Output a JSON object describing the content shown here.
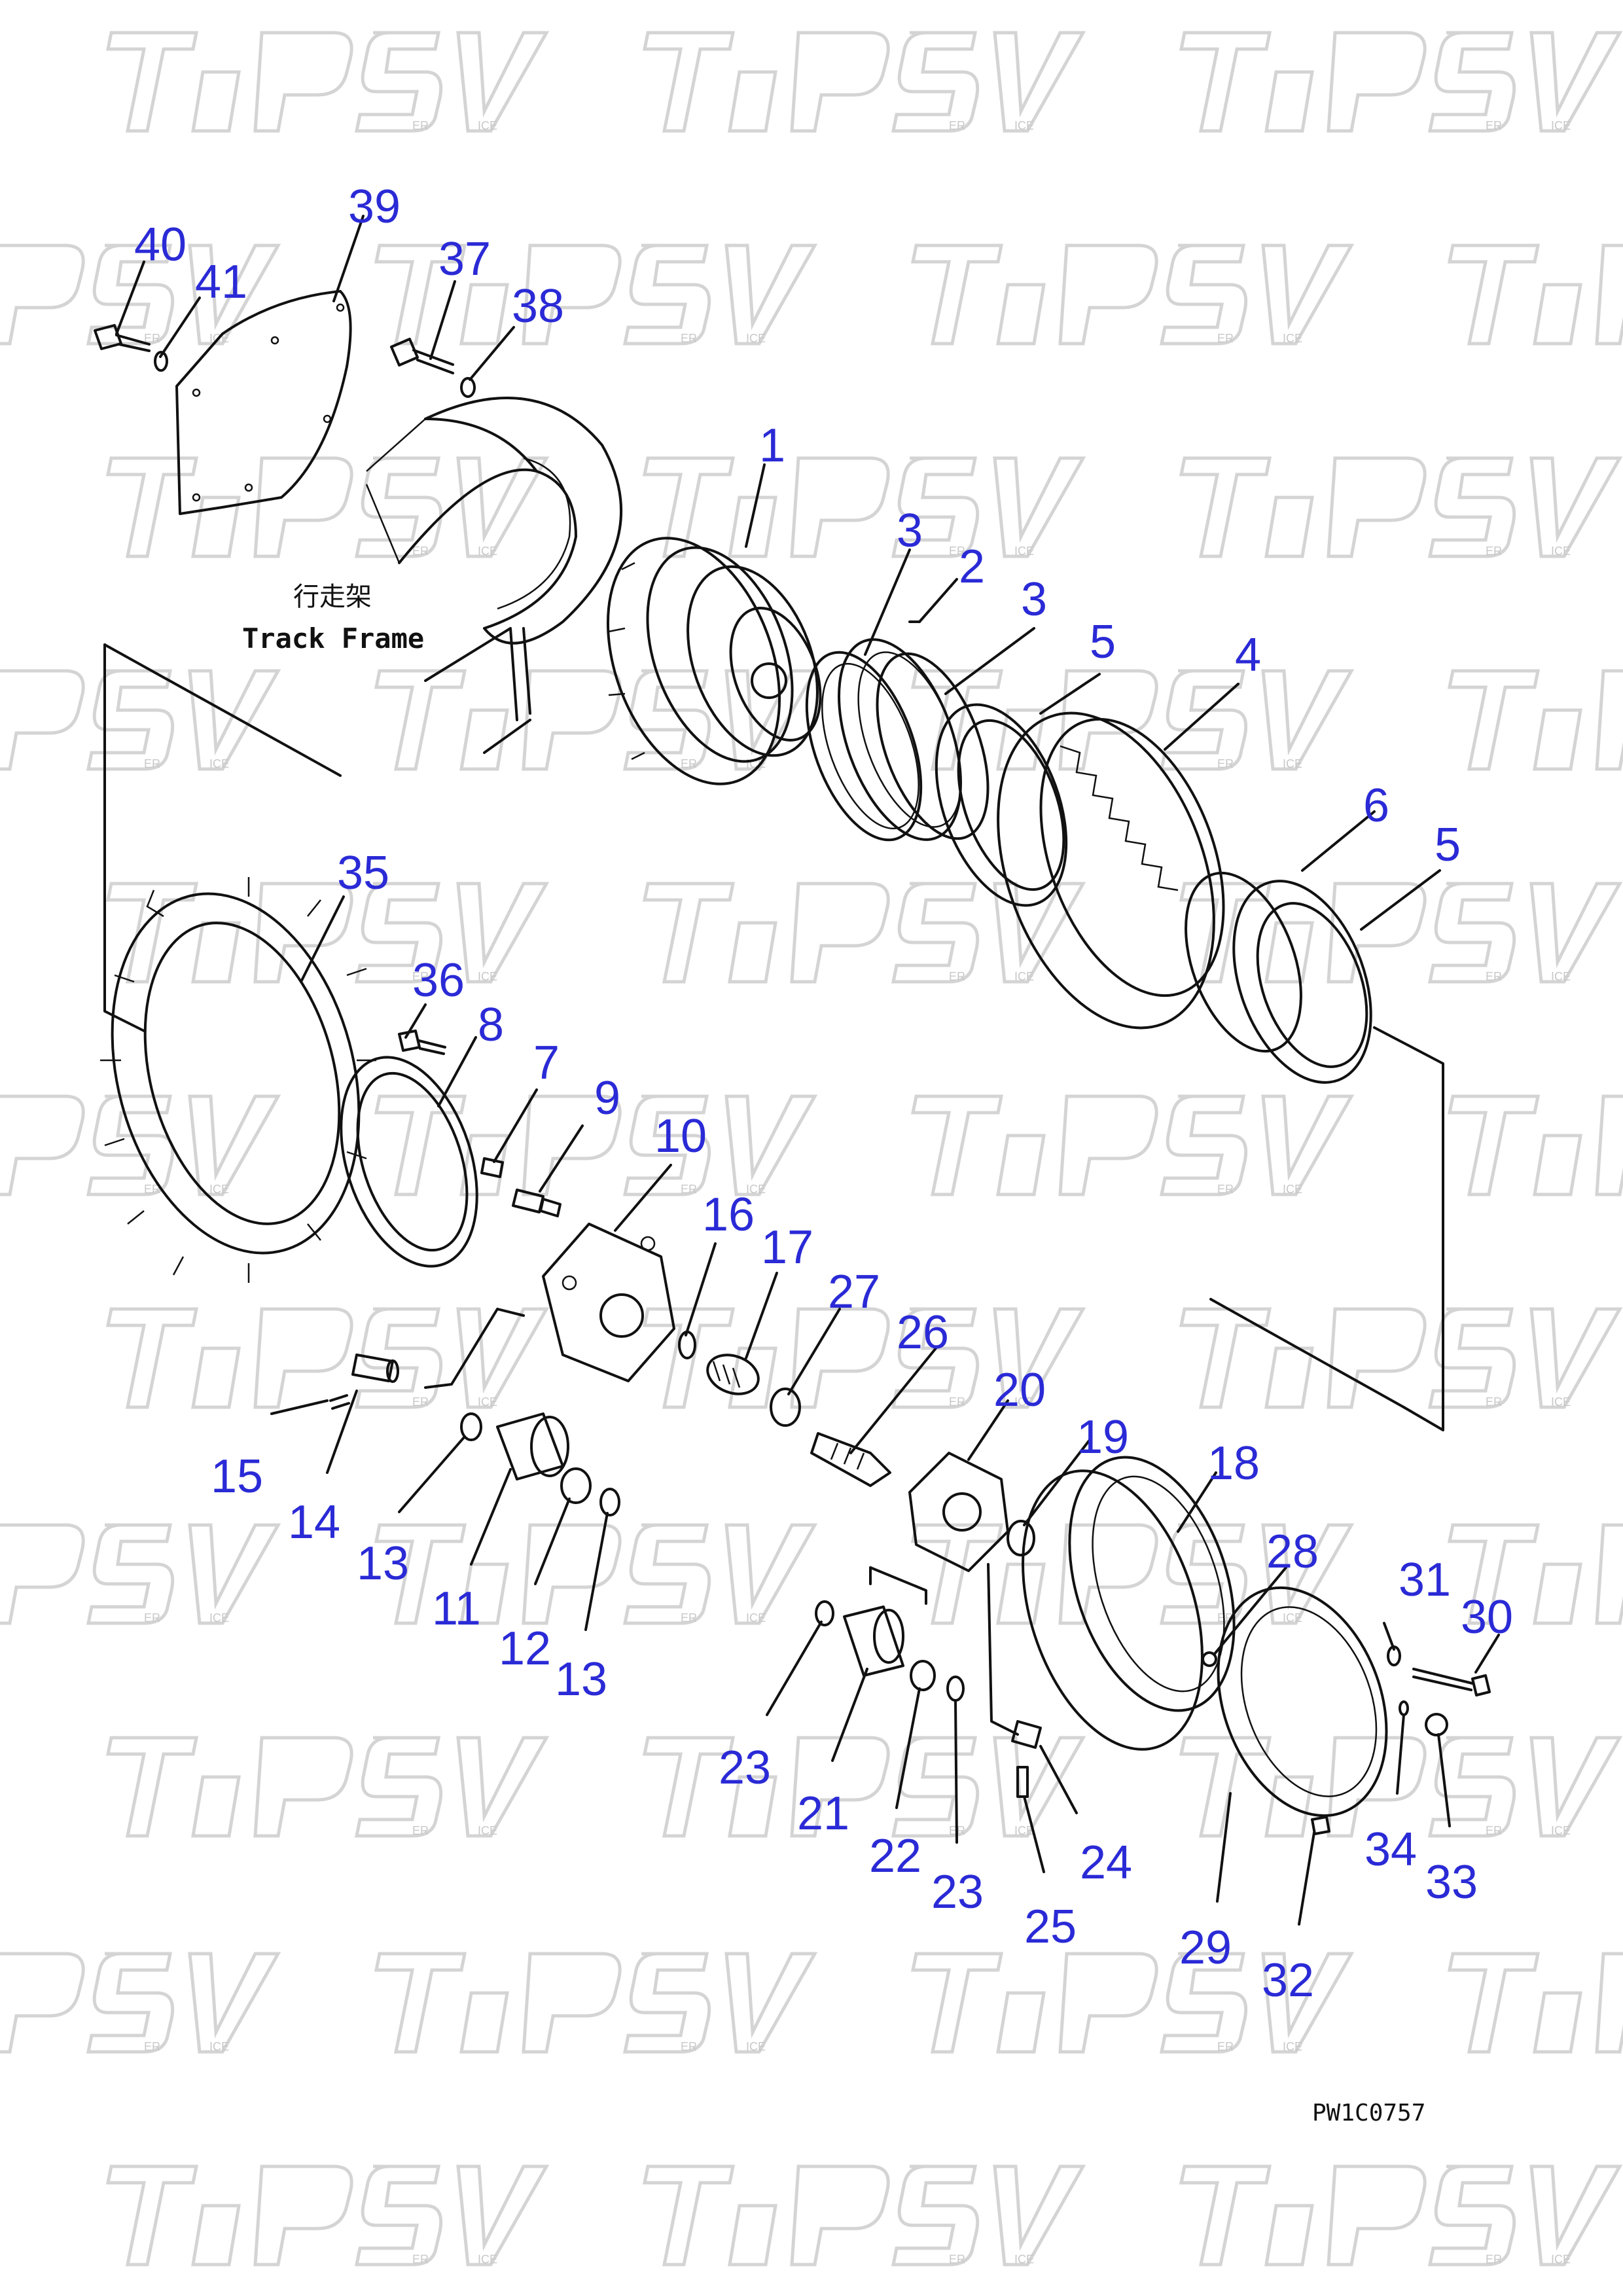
{
  "watermark": {
    "text": "TPSV",
    "sub_left": "ER",
    "sub_right": "ICE"
  },
  "track_frame": {
    "label_cn": "行走架",
    "label_en": "Track Frame"
  },
  "drawing_code": "PW1C0757",
  "callouts": {
    "c1": "1",
    "c2": "2",
    "c3a": "3",
    "c3b": "3",
    "c4": "4",
    "c5a": "5",
    "c5b": "5",
    "c6": "6",
    "c7": "7",
    "c8": "8",
    "c9": "9",
    "c10": "10",
    "c11": "11",
    "c12": "12",
    "c13a": "13",
    "c13b": "13",
    "c14": "14",
    "c15": "15",
    "c16": "16",
    "c17": "17",
    "c18": "18",
    "c19": "19",
    "c20": "20",
    "c21": "21",
    "c22": "22",
    "c23a": "23",
    "c23b": "23",
    "c24": "24",
    "c25": "25",
    "c26": "26",
    "c27": "27",
    "c28": "28",
    "c29": "29",
    "c30": "30",
    "c31": "31",
    "c32": "32",
    "c33": "33",
    "c34": "34",
    "c35": "35",
    "c36": "36",
    "c37": "37",
    "c38": "38",
    "c39": "39",
    "c40": "40",
    "c41": "41"
  },
  "colors": {
    "callout": "#2a2ad6",
    "line": "#111111",
    "watermark": "#d4d4d4"
  }
}
